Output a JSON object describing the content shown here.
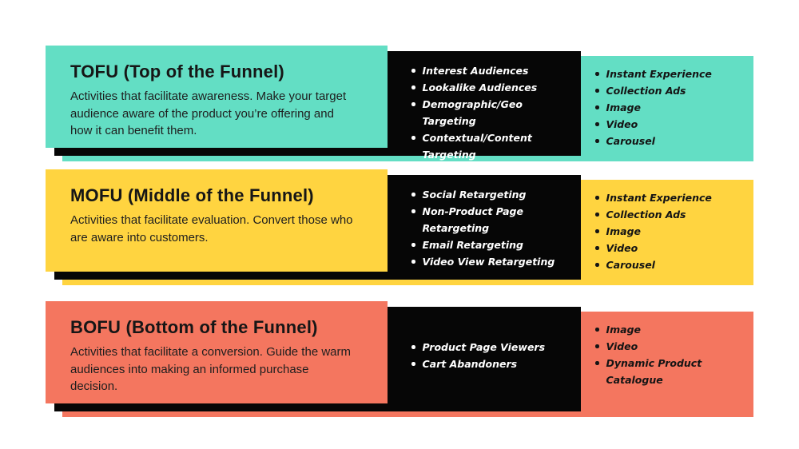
{
  "page": {
    "background": "#FFFFFF"
  },
  "colors": {
    "panel_black": "#060606",
    "text_dark": "#1E1E1E",
    "text_light": "#FFFFFF",
    "teal": "#63DEC4",
    "yellow": "#FFD440",
    "salmon": "#F4765F"
  },
  "rows": [
    {
      "stage": "TOFU",
      "accent": "#63DEC4",
      "title": "TOFU (Top of the Funnel)",
      "description": "Activities that facilitate awareness. Make your target audience aware of the product you’re offering and how it can benefit them.",
      "targeting": [
        "Interest Audiences",
        "Lookalike Audiences",
        "Demographic/Geo Targeting",
        "Contextual/Content Targeting"
      ],
      "ad_formats": [
        "Instant Experience",
        "Collection Ads",
        "Image",
        "Video",
        "Carousel"
      ]
    },
    {
      "stage": "MOFU",
      "accent": "#FFD440",
      "title": "MOFU (Middle of the Funnel)",
      "description": "Activities that facilitate evaluation. Convert those who are aware into customers.",
      "targeting": [
        "Social Retargeting",
        "Non-Product Page Retargeting",
        "Email Retargeting",
        "Video View Retargeting"
      ],
      "ad_formats": [
        "Instant Experience",
        "Collection Ads",
        "Image",
        "Video",
        "Carousel"
      ]
    },
    {
      "stage": "BOFU",
      "accent": "#F4765F",
      "title": "BOFU (Bottom of the Funnel)",
      "description": "Activities that facilitate a conversion. Guide the warm audiences into making an informed purchase decision.",
      "targeting": [
        "Product Page Viewers",
        "Cart Abandoners"
      ],
      "ad_formats": [
        "Image",
        "Video",
        "Dynamic Product Catalogue"
      ]
    }
  ]
}
